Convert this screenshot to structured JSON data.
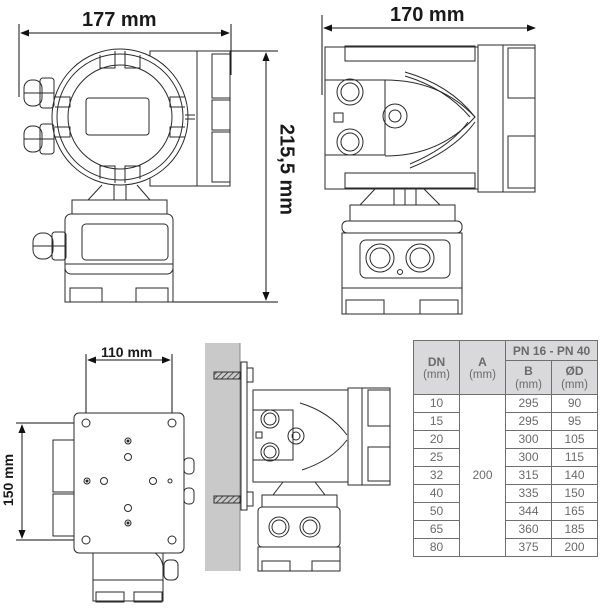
{
  "dimensions": {
    "front_width": "177 mm",
    "height": "215,5 mm",
    "side_width": "170 mm",
    "mount_hole_horizontal": "110 mm",
    "mount_hole_vertical": "150 mm"
  },
  "views": {
    "front": "front-view-transmitter",
    "side": "side-view-transmitter",
    "mounting_plate": "rear-mounting-plate-view",
    "wall_mount": "wall-mounted-side-view"
  },
  "table": {
    "headers": {
      "dn": "DN",
      "dn_unit": "(mm)",
      "a": "A",
      "a_unit": "(mm)",
      "group": "PN 16 - PN 40",
      "b": "B",
      "b_unit": "(mm)",
      "d": "ØD",
      "d_unit": "(mm)"
    },
    "a_value": "200",
    "rows": [
      {
        "dn": "10",
        "b": "295",
        "d": "90"
      },
      {
        "dn": "15",
        "b": "295",
        "d": "95"
      },
      {
        "dn": "20",
        "b": "300",
        "d": "105"
      },
      {
        "dn": "25",
        "b": "300",
        "d": "115"
      },
      {
        "dn": "32",
        "b": "315",
        "d": "140"
      },
      {
        "dn": "40",
        "b": "335",
        "d": "150"
      },
      {
        "dn": "50",
        "b": "344",
        "d": "165"
      },
      {
        "dn": "65",
        "b": "360",
        "d": "185"
      },
      {
        "dn": "80",
        "b": "375",
        "d": "200"
      }
    ]
  },
  "colors": {
    "line": "#2a2a2a",
    "wall": "#c9c9c9",
    "table_header": "#d9d9db",
    "table_border": "#6f6f6f",
    "table_text": "#6a6a6a"
  }
}
